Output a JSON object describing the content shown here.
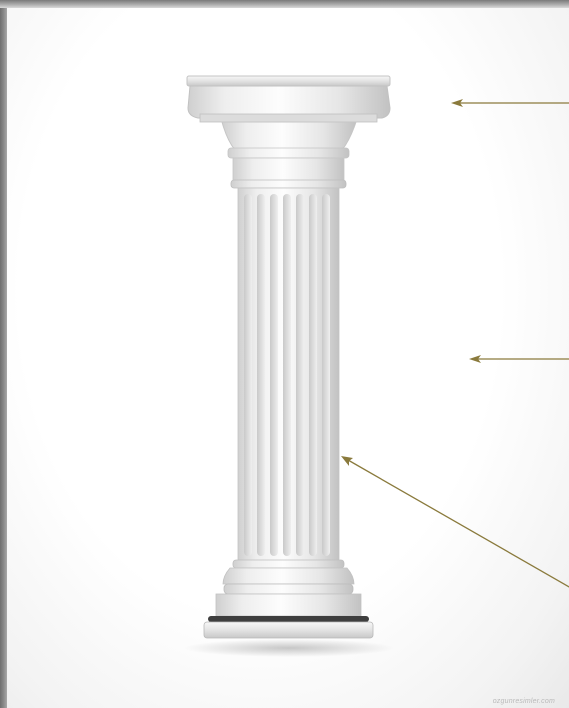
{
  "watermark": "ozgunresimler.com",
  "colors": {
    "arrow": "#8a7a3c",
    "marble_light": "#fbfbfb",
    "marble_mid": "#e2e2e2",
    "marble_shadow": "#b9b9b9"
  },
  "figure": {
    "subject": "column-icon",
    "pointer_arrows": [
      "capital-arrow",
      "shaft-arrow",
      "flute-arrow"
    ]
  }
}
